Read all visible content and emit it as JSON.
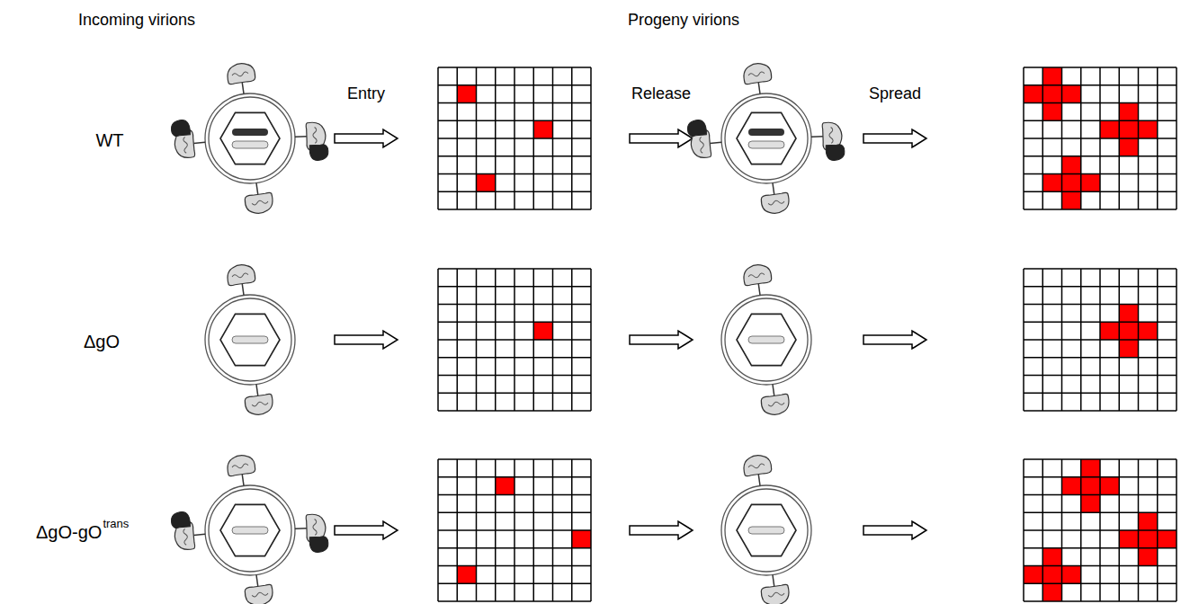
{
  "diagram": {
    "labels": [
      "Incoming virions",
      "Progeny virions",
      "WT",
      "Entry",
      "Release",
      "Spread",
      "ΔgO",
      "ΔgO-gO",
      "trans"
    ]
  }
}
